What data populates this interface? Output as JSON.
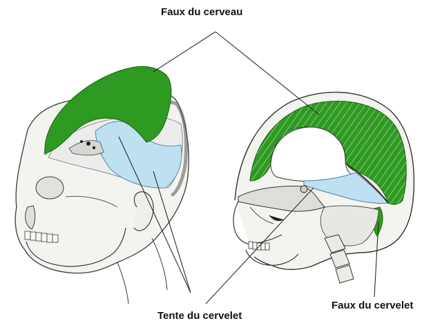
{
  "labels": {
    "falx_cerebri": "Faux du cerveau",
    "tentorium": "Tente du cervelet",
    "falx_cerebelli": "Faux du cervelet"
  },
  "colors": {
    "falx": "#2f9a22",
    "falx_dark": "#1e6e14",
    "tentorium": "#bfe0f0",
    "bone": "#f2f2ee",
    "line": "#2a2a2a"
  },
  "icons": {
    "left_figure": "skull-oblique-cutaway",
    "right_figure": "skull-sagittal-section"
  }
}
